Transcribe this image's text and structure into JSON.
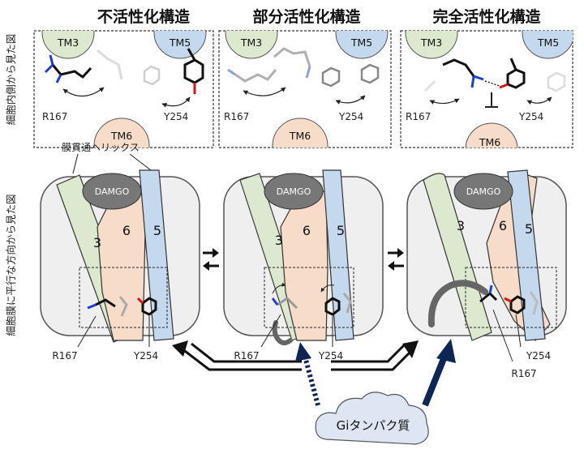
{
  "states": [
    {
      "title": "不活性化構造"
    },
    {
      "title": "部分活性化構造"
    },
    {
      "title": "完全活性化構造"
    }
  ],
  "side_labels": {
    "top": "細胞内側から見た図",
    "bottom": "細胞膜に平行な方向から見た図"
  },
  "helix_labels": {
    "tm3": "TM3",
    "tm5": "TM5",
    "tm6": "TM6"
  },
  "residues": {
    "r": "R167",
    "y": "Y254"
  },
  "helix_numbers": {
    "h3": "3",
    "h5": "5",
    "h6": "6"
  },
  "ligand": "DAMGO",
  "transmembrane_label": "膜貫通ヘリックス",
  "gi_protein": "Giタンパク質",
  "colors": {
    "tm3": "#dce9cf",
    "tm5": "#c5d9ee",
    "tm6": "#f6dcc9",
    "membrane": "#efefef",
    "damgo": "#777777",
    "arrow_navy": "#0f2555",
    "gi_cloud": "#dde6f2"
  }
}
